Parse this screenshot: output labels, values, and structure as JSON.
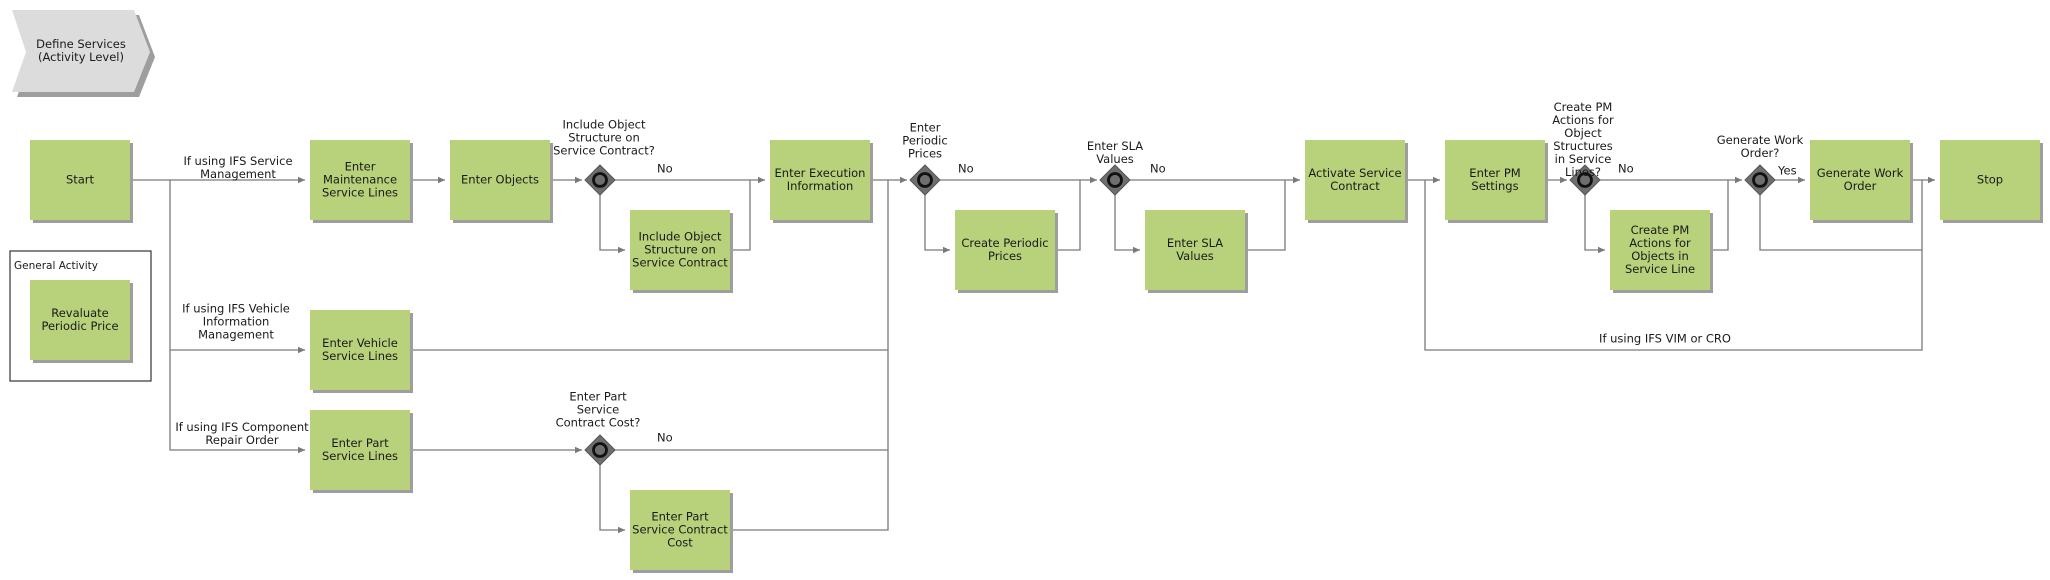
{
  "header": {
    "label": "Define Services\n(Activity Level)"
  },
  "legend": {
    "title": "General Activity",
    "activity": "Revaluate\nPeriodic Price"
  },
  "colors": {
    "activity_fill": "#b8d17b",
    "activity_shadow": "#9e9e9e",
    "gateway_fill": "#6e6e6e",
    "line": "#7a7a7a",
    "header_fill": "#dcdcdc"
  },
  "activities": {
    "start": "Start",
    "maintenance": "Enter\nMaintenance\nService Lines",
    "objects": "Enter Objects",
    "include_structure": "Include Object\nStructure on\nService Contract",
    "execution": "Enter Execution\nInformation",
    "periodic_prices": "Create Periodic\nPrices",
    "sla_values": "Enter SLA\nValues",
    "activate": "Activate Service\nContract",
    "pm_settings": "Enter PM\nSettings",
    "pm_actions": "Create PM\nActions for\nObjects in\nService Line",
    "work_order": "Generate Work\nOrder",
    "stop": "Stop",
    "vehicle": "Enter Vehicle\nService Lines",
    "part": "Enter Part\nService Lines",
    "part_cost": "Enter Part\nService Contract\nCost"
  },
  "gateways": {
    "include_structure_q": "Include Object\nStructure on\nService Contract?",
    "periodic_prices_q": "Enter\nPeriodic\nPrices",
    "sla_q": "Enter SLA\nValues",
    "pm_actions_q": "Create PM\nActions for\nObject\nStructures\nin Service\nLines?",
    "work_order_q": "Generate Work\nOrder?",
    "part_cost_q": "Enter Part\nService\nContract Cost?"
  },
  "flow_labels": {
    "ifs_service_management": "If using IFS Service\nManagement",
    "ifs_vehicle": "If using IFS Vehicle\nInformation\nManagement",
    "ifs_component": "If using IFS Component\nRepair Order",
    "vim_cro": "If using IFS VIM or CRO",
    "no_include": "No",
    "no_periodic": "No",
    "no_sla": "No",
    "no_pm": "No",
    "yes_wo": "Yes",
    "no_part_cost": "No"
  }
}
